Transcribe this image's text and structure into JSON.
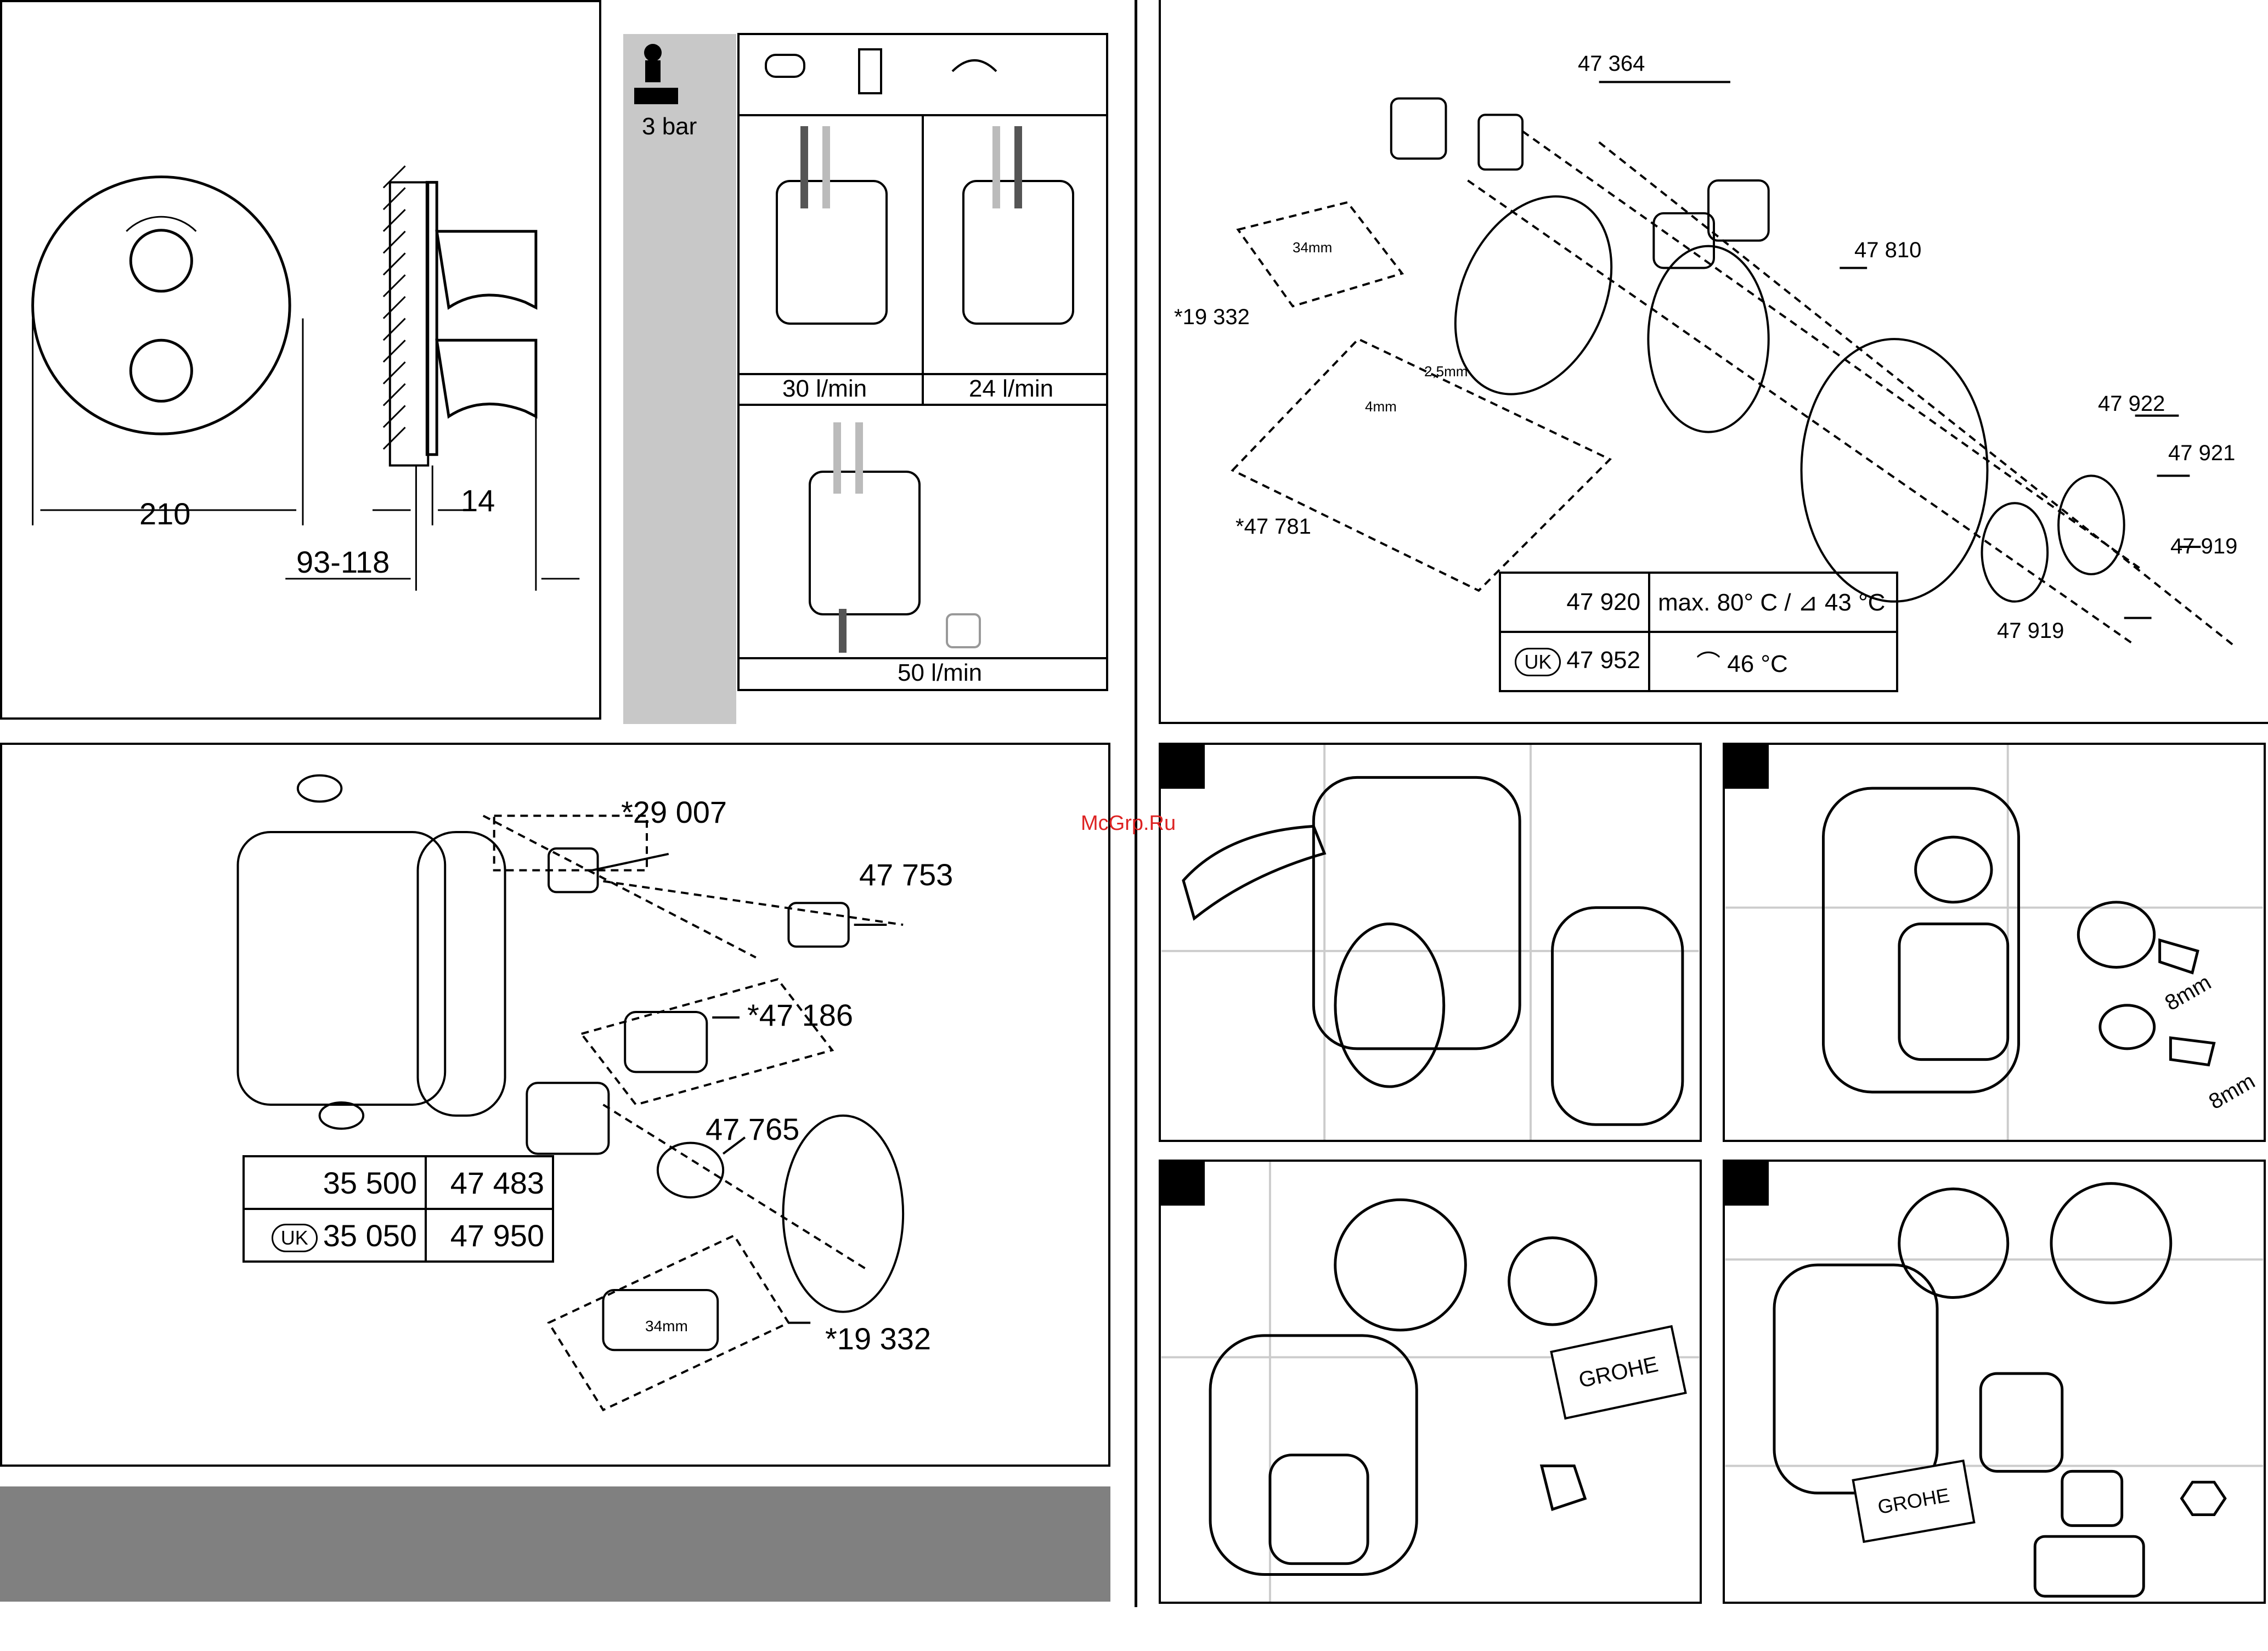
{
  "watermark": "McGrp.Ru",
  "dims": {
    "width_label": "210",
    "depth_range_label": "93-118",
    "offset_label": "14"
  },
  "flow": {
    "pressure_label": "3 bar",
    "rates": [
      "30 l/min",
      "24 l/min",
      "50 l/min"
    ]
  },
  "exploded_top": {
    "parts": [
      "47 364",
      "*19 332",
      "47 810",
      "47 922",
      "47 921",
      "47 919",
      "47 919",
      "*47 781"
    ],
    "tool_sizes": [
      "34mm",
      "2,5mm",
      "4mm"
    ],
    "table": {
      "rows": [
        {
          "prefix": "",
          "code": "47 920",
          "desc": "max. 80° C /",
          "temp": "43 °C"
        },
        {
          "prefix": "UK",
          "code": "47 952",
          "desc": "",
          "temp": "46 °C"
        }
      ]
    }
  },
  "exploded_body": {
    "parts": [
      "*29 007",
      "47 753",
      "*47 186",
      "47 765",
      "*19 332"
    ],
    "tool_size": "34mm",
    "table": {
      "rows": [
        {
          "prefix": "",
          "a": "35 500",
          "b": "47 483"
        },
        {
          "prefix": "UK",
          "a": "35 050",
          "b": "47 950"
        }
      ]
    }
  },
  "steps": {
    "wrench_sizes": [
      "8mm",
      "8mm"
    ],
    "brand_cards": [
      "GROHE",
      "GROHE"
    ]
  }
}
